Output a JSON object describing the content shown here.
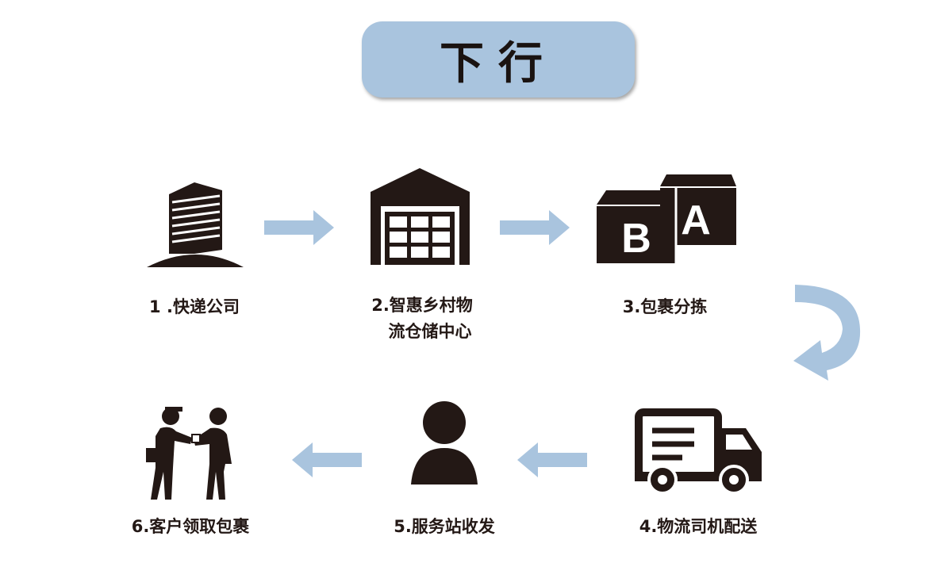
{
  "title": "下行",
  "colors": {
    "accent": "#a9c4de",
    "icon": "#231815"
  },
  "steps": [
    {
      "label": "1 .快递公司",
      "icon": "office-building-icon"
    },
    {
      "label_line1": "2.智惠乡村物",
      "label_line2": "流仓储中心",
      "icon": "warehouse-icon"
    },
    {
      "label": "3.包裹分拣",
      "icon": "sorting-boxes-icon",
      "box_letters": [
        "B",
        "A"
      ]
    },
    {
      "label": "4.物流司机配送",
      "icon": "delivery-truck-icon"
    },
    {
      "label": "5.服务站收发",
      "icon": "person-icon"
    },
    {
      "label": "6.客户领取包裹",
      "icon": "package-handoff-icon"
    }
  ]
}
